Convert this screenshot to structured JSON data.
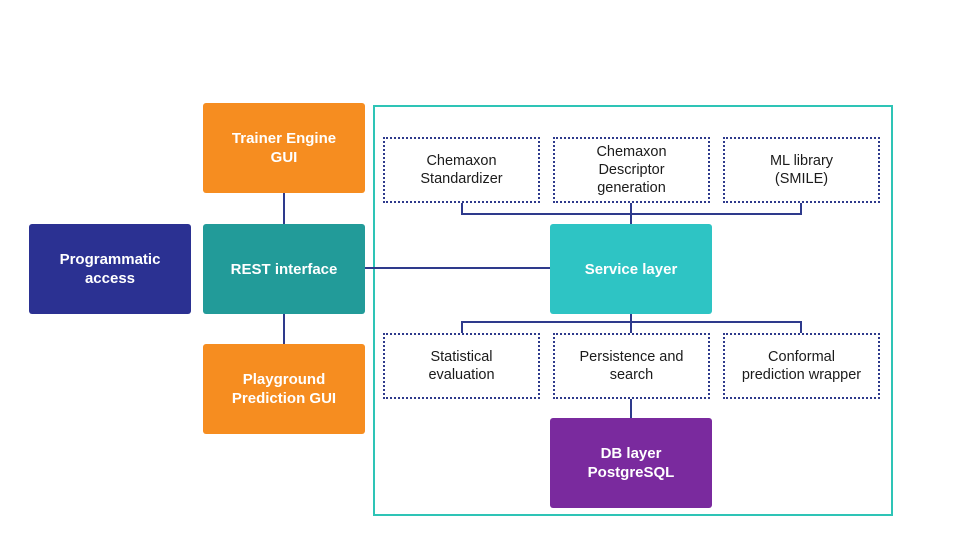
{
  "colors": {
    "orange": "#f68d20",
    "navy": "#2b3192",
    "teal": "#229b99",
    "cyan": "#2ec4c4",
    "purple": "#7a2a9e",
    "line": "#2e3a8c",
    "frame": "#2ec4b6"
  },
  "nodes": {
    "trainer_gui": "Trainer Engine\nGUI",
    "programmatic": "Programmatic\naccess",
    "rest": "REST interface",
    "playground_gui": "Playground\nPrediction GUI",
    "standardizer": "Chemaxon\nStandardizer",
    "descriptor": "Chemaxon\nDescriptor\ngeneration",
    "ml_library": "ML library\n(SMILE)",
    "service": "Service layer",
    "statistical": "Statistical\nevaluation",
    "persistence": "Persistence and\nsearch",
    "conformal": "Conformal\nprediction wrapper",
    "db": "DB layer\nPostgreSQL"
  }
}
